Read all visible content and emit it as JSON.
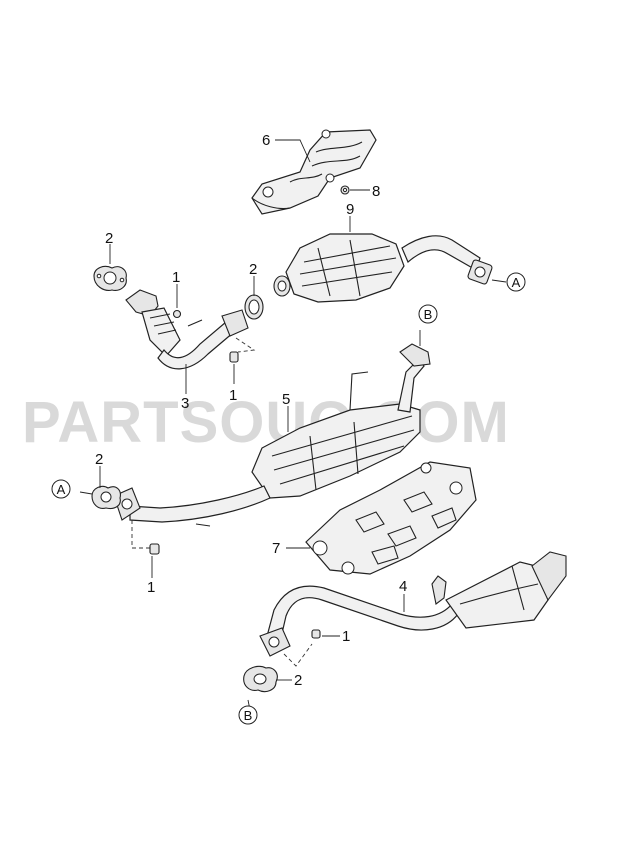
{
  "watermark": "PARTSOUQ.COM",
  "callouts": [
    {
      "key": "c6",
      "text": "6"
    },
    {
      "key": "c8",
      "text": "8"
    },
    {
      "key": "c9",
      "text": "9"
    },
    {
      "key": "c2a",
      "text": "2"
    },
    {
      "key": "c1a",
      "text": "1"
    },
    {
      "key": "c2b",
      "text": "2"
    },
    {
      "key": "c3",
      "text": "3"
    },
    {
      "key": "c1b",
      "text": "1"
    },
    {
      "key": "c5",
      "text": "5"
    },
    {
      "key": "c2c",
      "text": "2"
    },
    {
      "key": "c1c",
      "text": "1"
    },
    {
      "key": "c7",
      "text": "7"
    },
    {
      "key": "c4",
      "text": "4"
    },
    {
      "key": "c1d",
      "text": "1"
    },
    {
      "key": "c2d",
      "text": "2"
    }
  ],
  "connectors": [
    {
      "key": "refA1",
      "text": "A"
    },
    {
      "key": "refB1",
      "text": "B"
    },
    {
      "key": "refA2",
      "text": "A"
    },
    {
      "key": "refB2",
      "text": "B"
    }
  ]
}
